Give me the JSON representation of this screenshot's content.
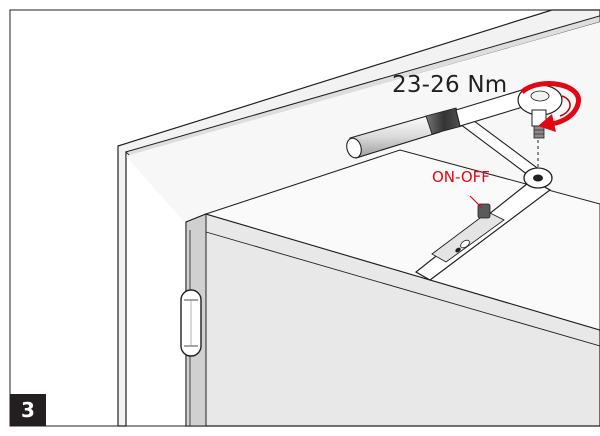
{
  "figure": {
    "step_number": "3",
    "torque_label": "23-26 Nm",
    "switch_label": "ON-OFF"
  },
  "colors": {
    "background": "#ffffff",
    "frame_face": "#f2f2f2",
    "door_face": "#e8e8e8",
    "line": "#231f20",
    "accent": "#e30613",
    "badge": "#231f20",
    "badge_text": "#ffffff"
  }
}
